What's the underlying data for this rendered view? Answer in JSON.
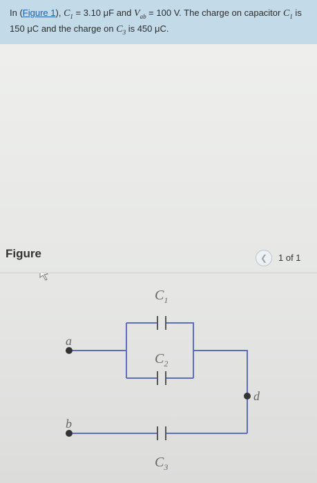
{
  "prompt": {
    "intro": "In (",
    "link": "Figure 1",
    "p2": "), ",
    "c1": "C",
    "c1_sub": "1",
    "p3": " = 3.10 ",
    "mu_f": "μF",
    "p4": " and ",
    "vab": "V",
    "vab_sub": "ab",
    "p5": " = 100 ",
    "v_unit": "V",
    "p6": ". The charge on capacitor ",
    "c1b": "C",
    "c1b_sub": "1",
    "p7": " is 150 ",
    "mu_c": "μC",
    "p8": " and the charge on ",
    "c3": "C",
    "c3_sub": "3",
    "p9": " is 450 ",
    "mu_c2": "μC",
    "p10": "."
  },
  "figure": {
    "title": "Figure",
    "pager": "1 of 1",
    "prev_icon": "chevron-left-icon",
    "labels": {
      "c1": "C",
      "c1_sub": "1",
      "c2": "C",
      "c2_sub": "2",
      "c3": "C",
      "c3_sub": "3",
      "a": "a",
      "b": "b",
      "d": "d"
    }
  }
}
